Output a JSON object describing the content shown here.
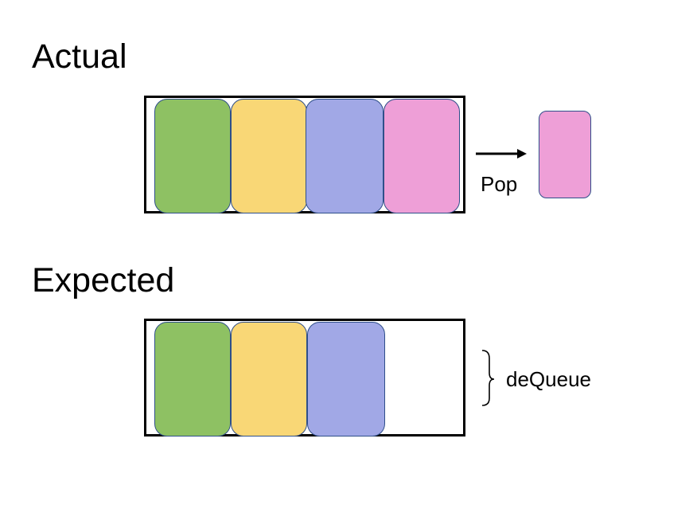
{
  "titles": {
    "actual": "Actual",
    "expected": "Expected"
  },
  "labels": {
    "pop": "Pop",
    "dequeue": "deQueue"
  },
  "colors": {
    "green": "#8ec163",
    "yellow": "#f9d776",
    "purple": "#a1a8e6",
    "pink": "#ee9fd7",
    "block_border": "#2f4f8a",
    "container_border": "#000000"
  },
  "queues": {
    "actual": [
      "green",
      "yellow",
      "purple",
      "pink"
    ],
    "popped": "pink",
    "expected": [
      "green",
      "yellow",
      "purple"
    ]
  }
}
